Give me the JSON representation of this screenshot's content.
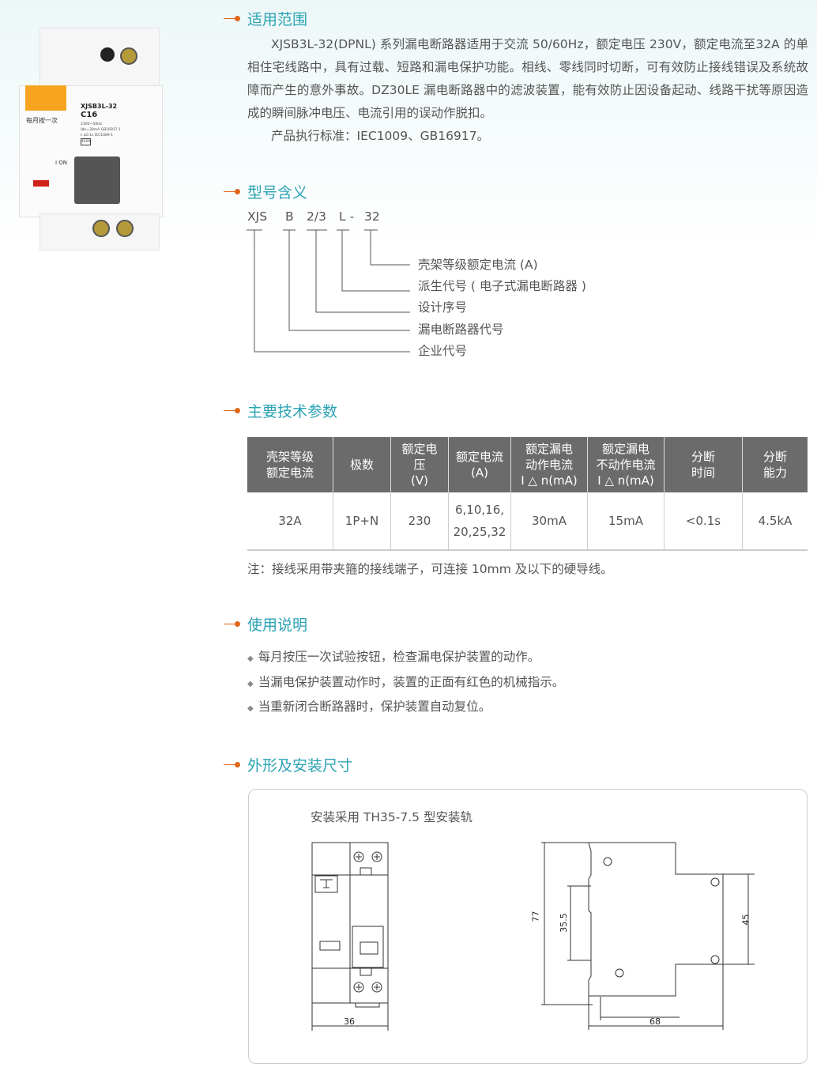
{
  "product_photo": {
    "brand_label": "XJSB3L-32",
    "rating": "C16",
    "test_label": "每月按一次",
    "on_label": "I ON",
    "specs": [
      "230V~50Hz",
      "IΔn=30mA GB16917.1",
      "t ≤0.1s IEC1009-1",
      "4500"
    ]
  },
  "scope": {
    "title": "适用范围",
    "paragraph": "XJSB3L-32(DPNL) 系列漏电断路器适用于交流 50/60Hz，额定电压 230V，额定电流至32A 的单相住宅线路中，具有过载、短路和漏电保护功能。相线、零线同时切断，可有效防止接线错误及系统故障而产生的意外事故。DZ30LE 漏电断路器中的滤波装置，能有效防止因设备起动、线路干扰等原因造成的瞬间脉冲电压、电流引用的误动作脱扣。",
    "standard": "产品执行标准：IEC1009、GB16917。"
  },
  "model": {
    "title": "型号含义",
    "codes": [
      "XJS",
      "B",
      "2/3",
      "L -",
      "32"
    ],
    "meanings": [
      "壳架等级额定电流 (A)",
      "派生代号 ( 电子式漏电断路器 )",
      "设计序号",
      "漏电断路器代号",
      "企业代号"
    ]
  },
  "params": {
    "title": "主要技术参数",
    "headers": [
      [
        "壳架等级",
        "额定电流"
      ],
      [
        "极数"
      ],
      [
        "额定电",
        "压",
        "(V)"
      ],
      [
        "额定电流",
        "(A)"
      ],
      [
        "额定漏电",
        "动作电流",
        "I △ n(mA)"
      ],
      [
        "额定漏电",
        "不动作电流",
        "I △ n(mA)"
      ],
      [
        "分断",
        "时间"
      ],
      [
        "分断",
        "能力"
      ]
    ],
    "row": [
      [
        "32A"
      ],
      [
        "1P+N"
      ],
      [
        "230"
      ],
      [
        "6,10,16,",
        "20,25,32"
      ],
      [
        "30mA"
      ],
      [
        "15mA"
      ],
      [
        "<0.1s"
      ],
      [
        "4.5kA"
      ]
    ],
    "note": "注：接线采用带夹箍的接线端子，可连接 10mm 及以下的硬导线。"
  },
  "usage": {
    "title": "使用说明",
    "items": [
      "每月按压一次试验按钮，检查漏电保护装置的动作。",
      "当漏电保护装置动作时，装置的正面有红色的机械指示。",
      "当重新闭合断路器时，保护装置自动复位。"
    ]
  },
  "dims": {
    "title": "外形及安装尺寸",
    "caption": "安装采用 TH35-7.5 型安装轨",
    "width_front": "36",
    "height": "77",
    "rail": "35.5",
    "depth": "68",
    "mount": "45"
  },
  "colors": {
    "accent": "#2aa3b3",
    "marker": "#e0661a",
    "table_header": "#6b6b6b"
  }
}
